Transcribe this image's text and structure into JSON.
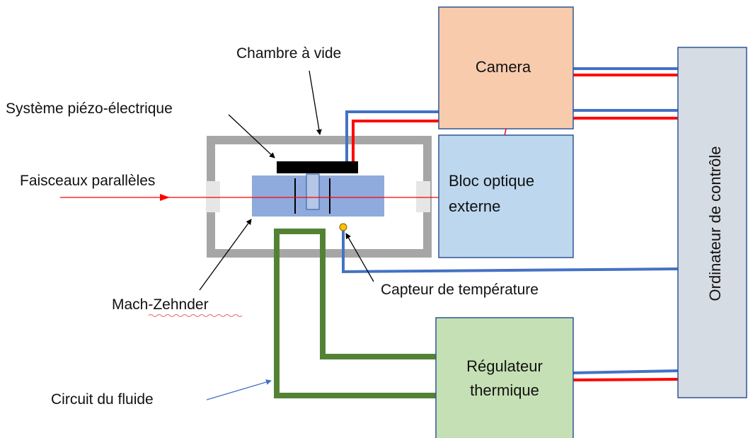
{
  "labels": {
    "chambre": "Chambre à vide",
    "piezo": "Système piézo-électrique",
    "faisceaux": "Faisceaux parallèles",
    "mach": "Mach-Zehnder",
    "capteur": "Capteur de température",
    "circuit": "Circuit du fluide"
  },
  "boxes": {
    "camera": "Camera",
    "bloc_line1": "Bloc optique",
    "bloc_line2": "externe",
    "regulateur_line1": "Régulateur",
    "regulateur_line2": "thermique",
    "ordinateur": "Ordinateur de contrôle"
  },
  "colors": {
    "camera_fill": "#f8cbad",
    "bloc_fill": "#bdd7ee",
    "regulateur_fill": "#c5e0b4",
    "ordinateur_fill": "#d6dce4",
    "box_border": "#2f5597",
    "chamber": "#a6a6a6",
    "interferometer": "#8faadc",
    "piezo": "#000000",
    "signal_blue": "#4472c4",
    "signal_red": "#ff0000",
    "fluid_circuit": "#548235",
    "sensor": "#ffc000"
  }
}
